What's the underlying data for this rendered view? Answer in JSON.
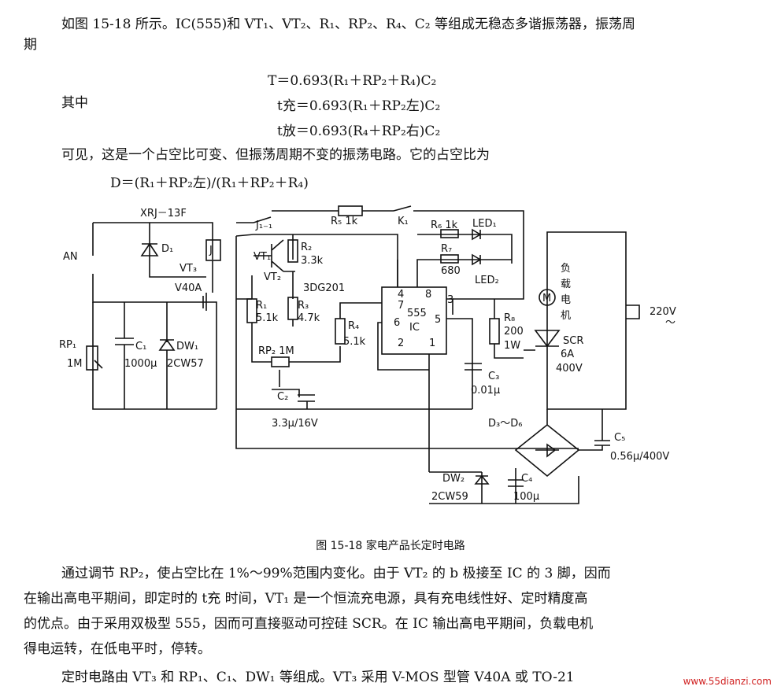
{
  "para1_line1": "如图 15-18 所示。IC(555)和 VT₁、VT₂、R₁、RP₂、R₄、C₂ 等组成无稳态多谐振荡器，振荡周",
  "para1_line2": "期",
  "formula_T": "T＝0.693(R₁＋RP₂＋R₄)C₂",
  "label_qizhong": "其中",
  "formula_tcharge": "t充＝0.693(R₁＋RP₂左)C₂",
  "formula_tdischarge": "t放＝0.693(R₄＋RP₂右)C₂",
  "para2": "可见，这是一个占空比可变、但振荡周期不变的振荡电路。它的占空比为",
  "formula_D": "D＝(R₁＋RP₂左)/(R₁＋RP₂＋R₄)",
  "circuit": {
    "relay": "XRJ－13F",
    "switch_j": "J₁₋₁",
    "r5": "R₅ 1k",
    "k1": "K₁",
    "r6": "R₆ 1k",
    "led1": "LED₁",
    "r7": "R₇",
    "r7_val": "680",
    "led2": "LED₂",
    "an": "AN",
    "d1": "D₁",
    "vt3": "VT₃",
    "j_coil": "J",
    "v40a": "V40A",
    "vt1": "VT₁",
    "r2": "R₂",
    "r2_val": "3.3k",
    "vt2": "VT₂",
    "vt2_type": "3DG201",
    "r1": "R₁",
    "r1_val": "5.1k",
    "r3": "R₃",
    "r3_val": "4.7k",
    "r4": "R₄",
    "r4_val": "5.1k",
    "rp2": "RP₂ 1M",
    "c2": "C₂",
    "c2_val": "3.3μ/16V",
    "rp1": "RP₁",
    "rp1_val": "1M",
    "c1": "C₁",
    "c1_val": "1000μ",
    "dw1": "DW₁",
    "dw1_type": "2CW57",
    "ic_name": "555",
    "ic_label": "IC",
    "pin4": "4",
    "pin8": "8",
    "pin7": "7",
    "pin3": "3",
    "pin6": "6",
    "pin5": "5",
    "pin2": "2",
    "pin1": "1",
    "r8": "R₈",
    "r8_val1": "200",
    "r8_val2": "1W",
    "c3": "C₃",
    "c3_val": "0.01μ",
    "load_1": "负",
    "load_2": "载",
    "load_3": "电",
    "load_4": "机",
    "motor": "M",
    "scr": "SCR",
    "scr_val1": "6A",
    "scr_val2": "400V",
    "ac": "220V",
    "ac_tilde": "～",
    "d3d6": "D₃～D₆",
    "c5": "C₅",
    "c5_val": "0.56μ/400V",
    "dw2": "DW₂",
    "dw2_type": "2CW59",
    "c4": "C₄",
    "c4_val": "100μ"
  },
  "caption": "图 15-18   家电产品长定时电路",
  "para3_line1": "通过调节 RP₂，使占空比在 1%～99%范围内变化。由于 VT₂ 的 b 极接至 IC 的 3 脚，因而",
  "para3_line2": "在输出高电平期间，即定时的 t充 时间，VT₁ 是一个恒流充电源，具有充电线性好、定时精度高",
  "para3_line3": "的优点。由于采用双极型 555，因而可直接驱动可控硅 SCR。在 IC 输出高电平期间，负载电机",
  "para3_line4": "得电运转，在低电平时，停转。",
  "para4": "定时电路由 VT₃ 和 RP₁、C₁、DW₁ 等组成。VT₃ 采用 V-MOS 型管 V40A 或 TO-21",
  "watermark": "www.55dianzi.com"
}
